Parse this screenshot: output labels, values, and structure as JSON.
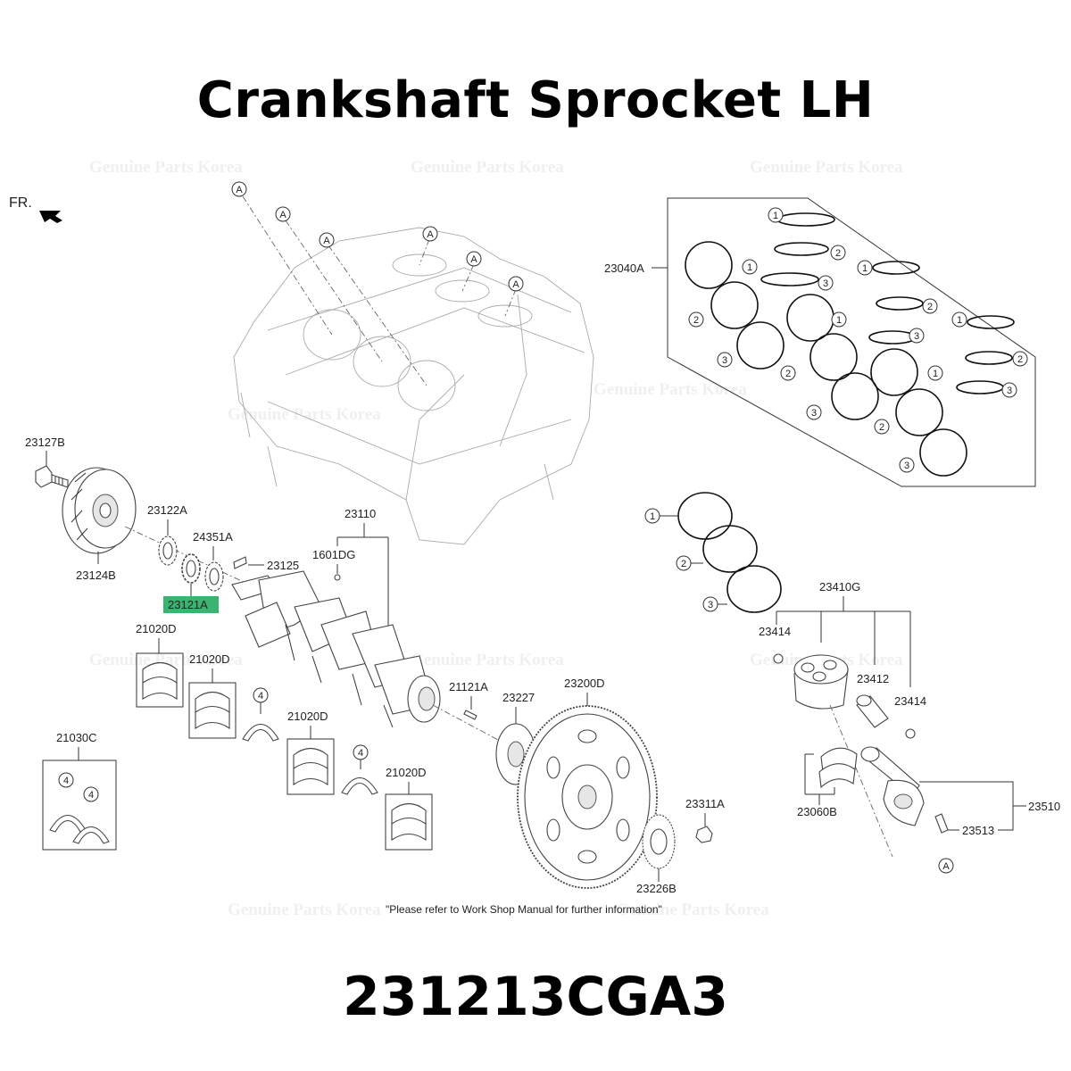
{
  "title": "Crankshaft Sprocket LH",
  "part_number": "231213CGA3",
  "watermark": "Genuine Parts Korea",
  "direction_label": "FR.",
  "note": "\"Please refer to Work Shop Manual for further information\"",
  "highlight_color": "#3cb371",
  "callouts": {
    "a": "A",
    "one": "1",
    "two": "2",
    "three": "3",
    "four": "4"
  },
  "labels": {
    "p23127B": "23127B",
    "p23124B": "23124B",
    "p23122A": "23122A",
    "p24351A": "24351A",
    "p23121A": "23121A",
    "p23125": "23125",
    "p1601DG": "1601DG",
    "p23110": "23110",
    "p21020D": "21020D",
    "p21030C": "21030C",
    "p21121A": "21121A",
    "p23227": "23227",
    "p23200D": "23200D",
    "p23311A": "23311A",
    "p23226B": "23226B",
    "p23040A": "23040A",
    "p23410G": "23410G",
    "p23414": "23414",
    "p23412": "23412",
    "p23060B": "23060B",
    "p23510": "23510",
    "p23513": "23513"
  }
}
